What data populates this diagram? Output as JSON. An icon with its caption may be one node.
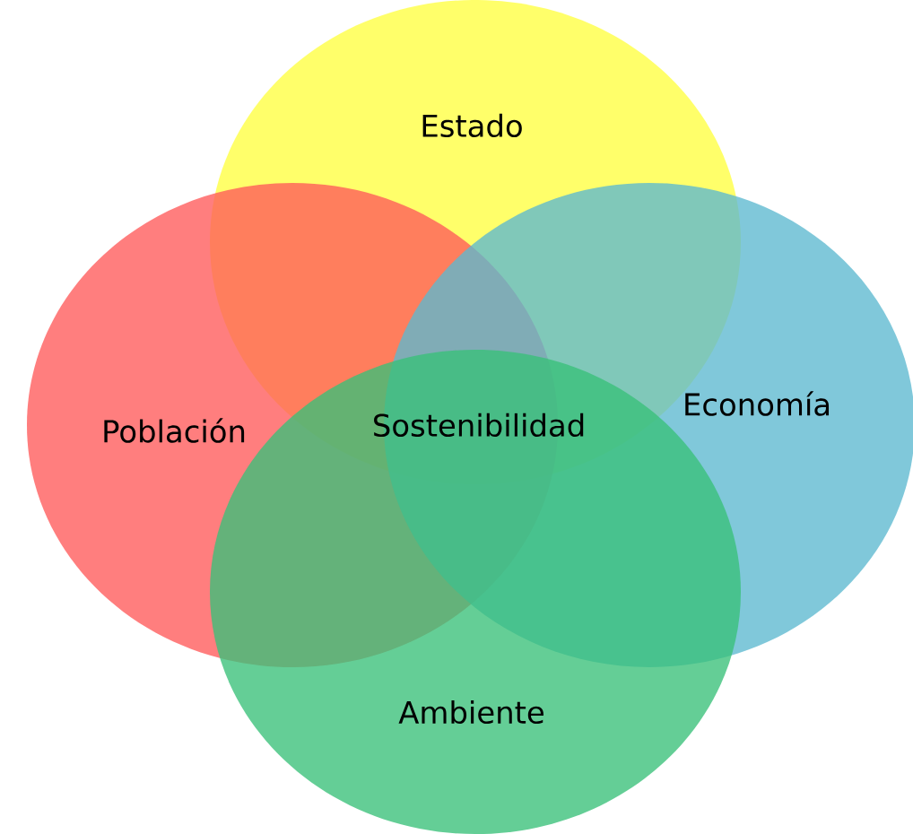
{
  "diagram": {
    "nodes": [
      {
        "text": [
          "Estado"
        ]
      },
      {
        "text": [
          "Población"
        ]
      },
      {
        "text": [
          "Economía"
        ]
      },
      {
        "text": [
          "Ambiente"
        ]
      }
    ],
    "labels": [
      "Sostenibilidad"
    ]
  }
}
